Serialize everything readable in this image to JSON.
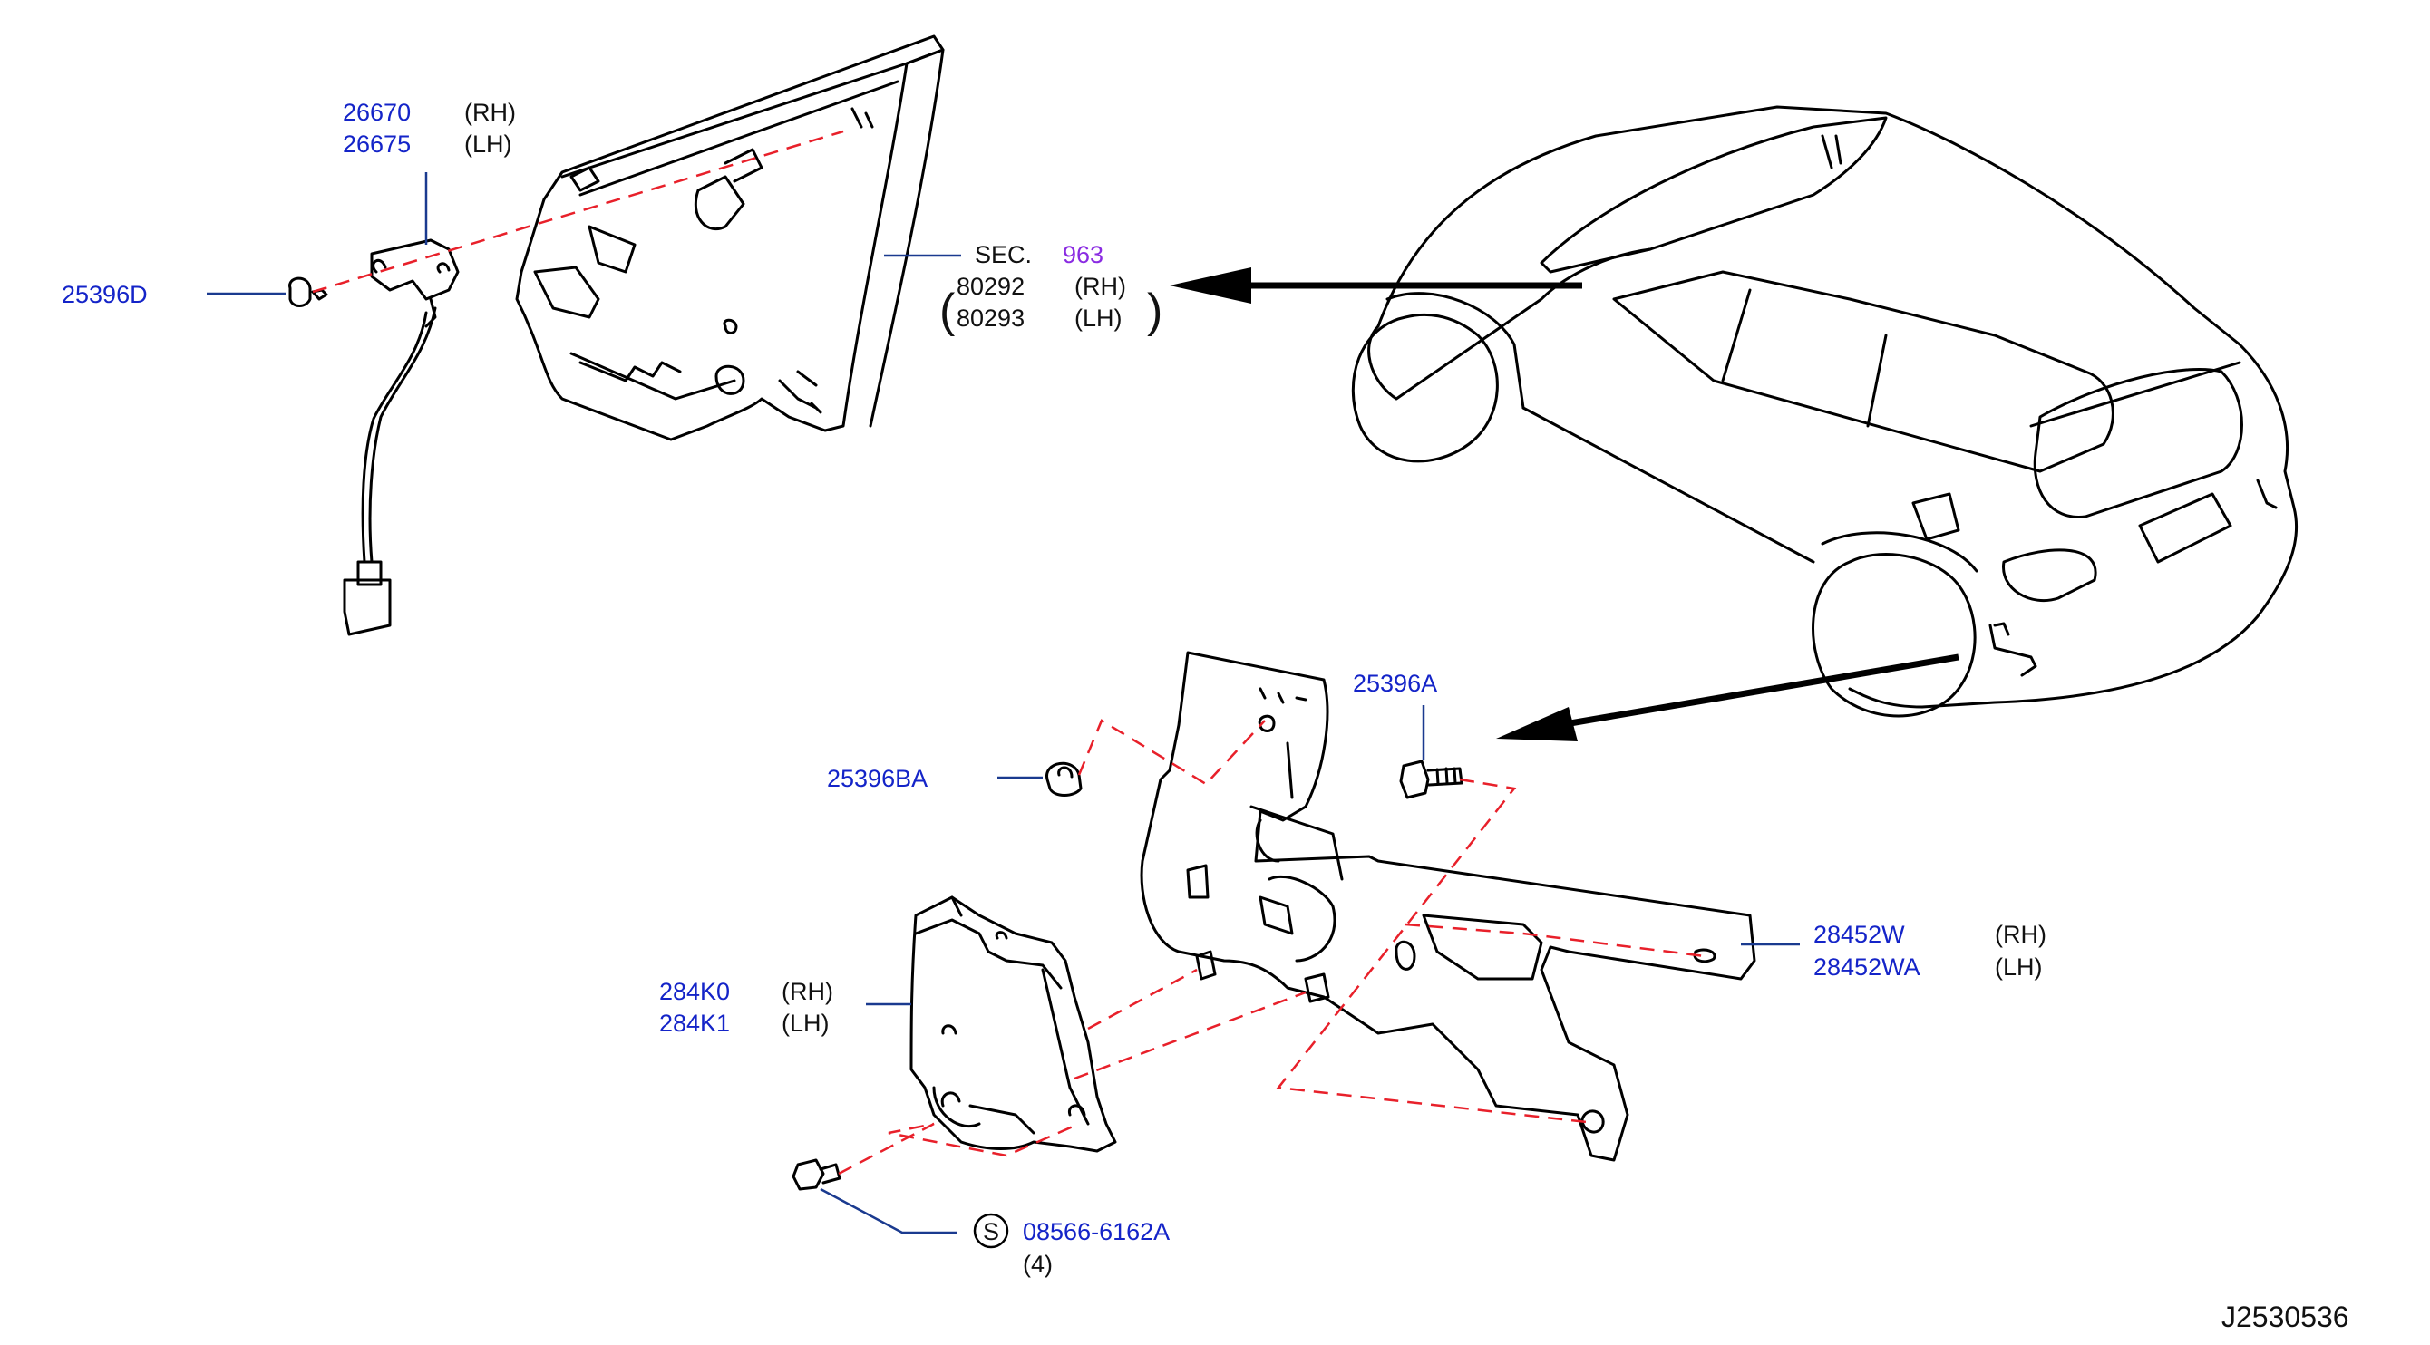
{
  "parts": {
    "harness_rh": {
      "number": "26670",
      "side": "(RH)"
    },
    "harness_lh": {
      "number": "26675",
      "side": "(LH)"
    },
    "clip_d": {
      "number": "25396D"
    },
    "finisher_sec": {
      "prefix": "SEC.",
      "number": "963"
    },
    "finisher_rh": {
      "number": "80292",
      "side": "(RH)"
    },
    "finisher_lh": {
      "number": "80293",
      "side": "(LH)"
    },
    "clip_a": {
      "number": "25396A"
    },
    "clip_ba": {
      "number": "25396BA"
    },
    "bracket_rh": {
      "number": "28452W",
      "side": "(RH)"
    },
    "bracket_lh": {
      "number": "28452WA",
      "side": "(LH)"
    },
    "sensor_rh": {
      "number": "284K0",
      "side": "(RH)"
    },
    "sensor_lh": {
      "number": "284K1",
      "side": "(LH)"
    },
    "screw": {
      "symbol": "S",
      "number": "08566-6162A",
      "qty": "(4)"
    }
  },
  "diagram_code": "J2530536",
  "colors": {
    "part_number": "#1424c8",
    "section_ref": "#8a2be2",
    "dash_line": "#e8202a",
    "leader": "#1a3a8f"
  }
}
